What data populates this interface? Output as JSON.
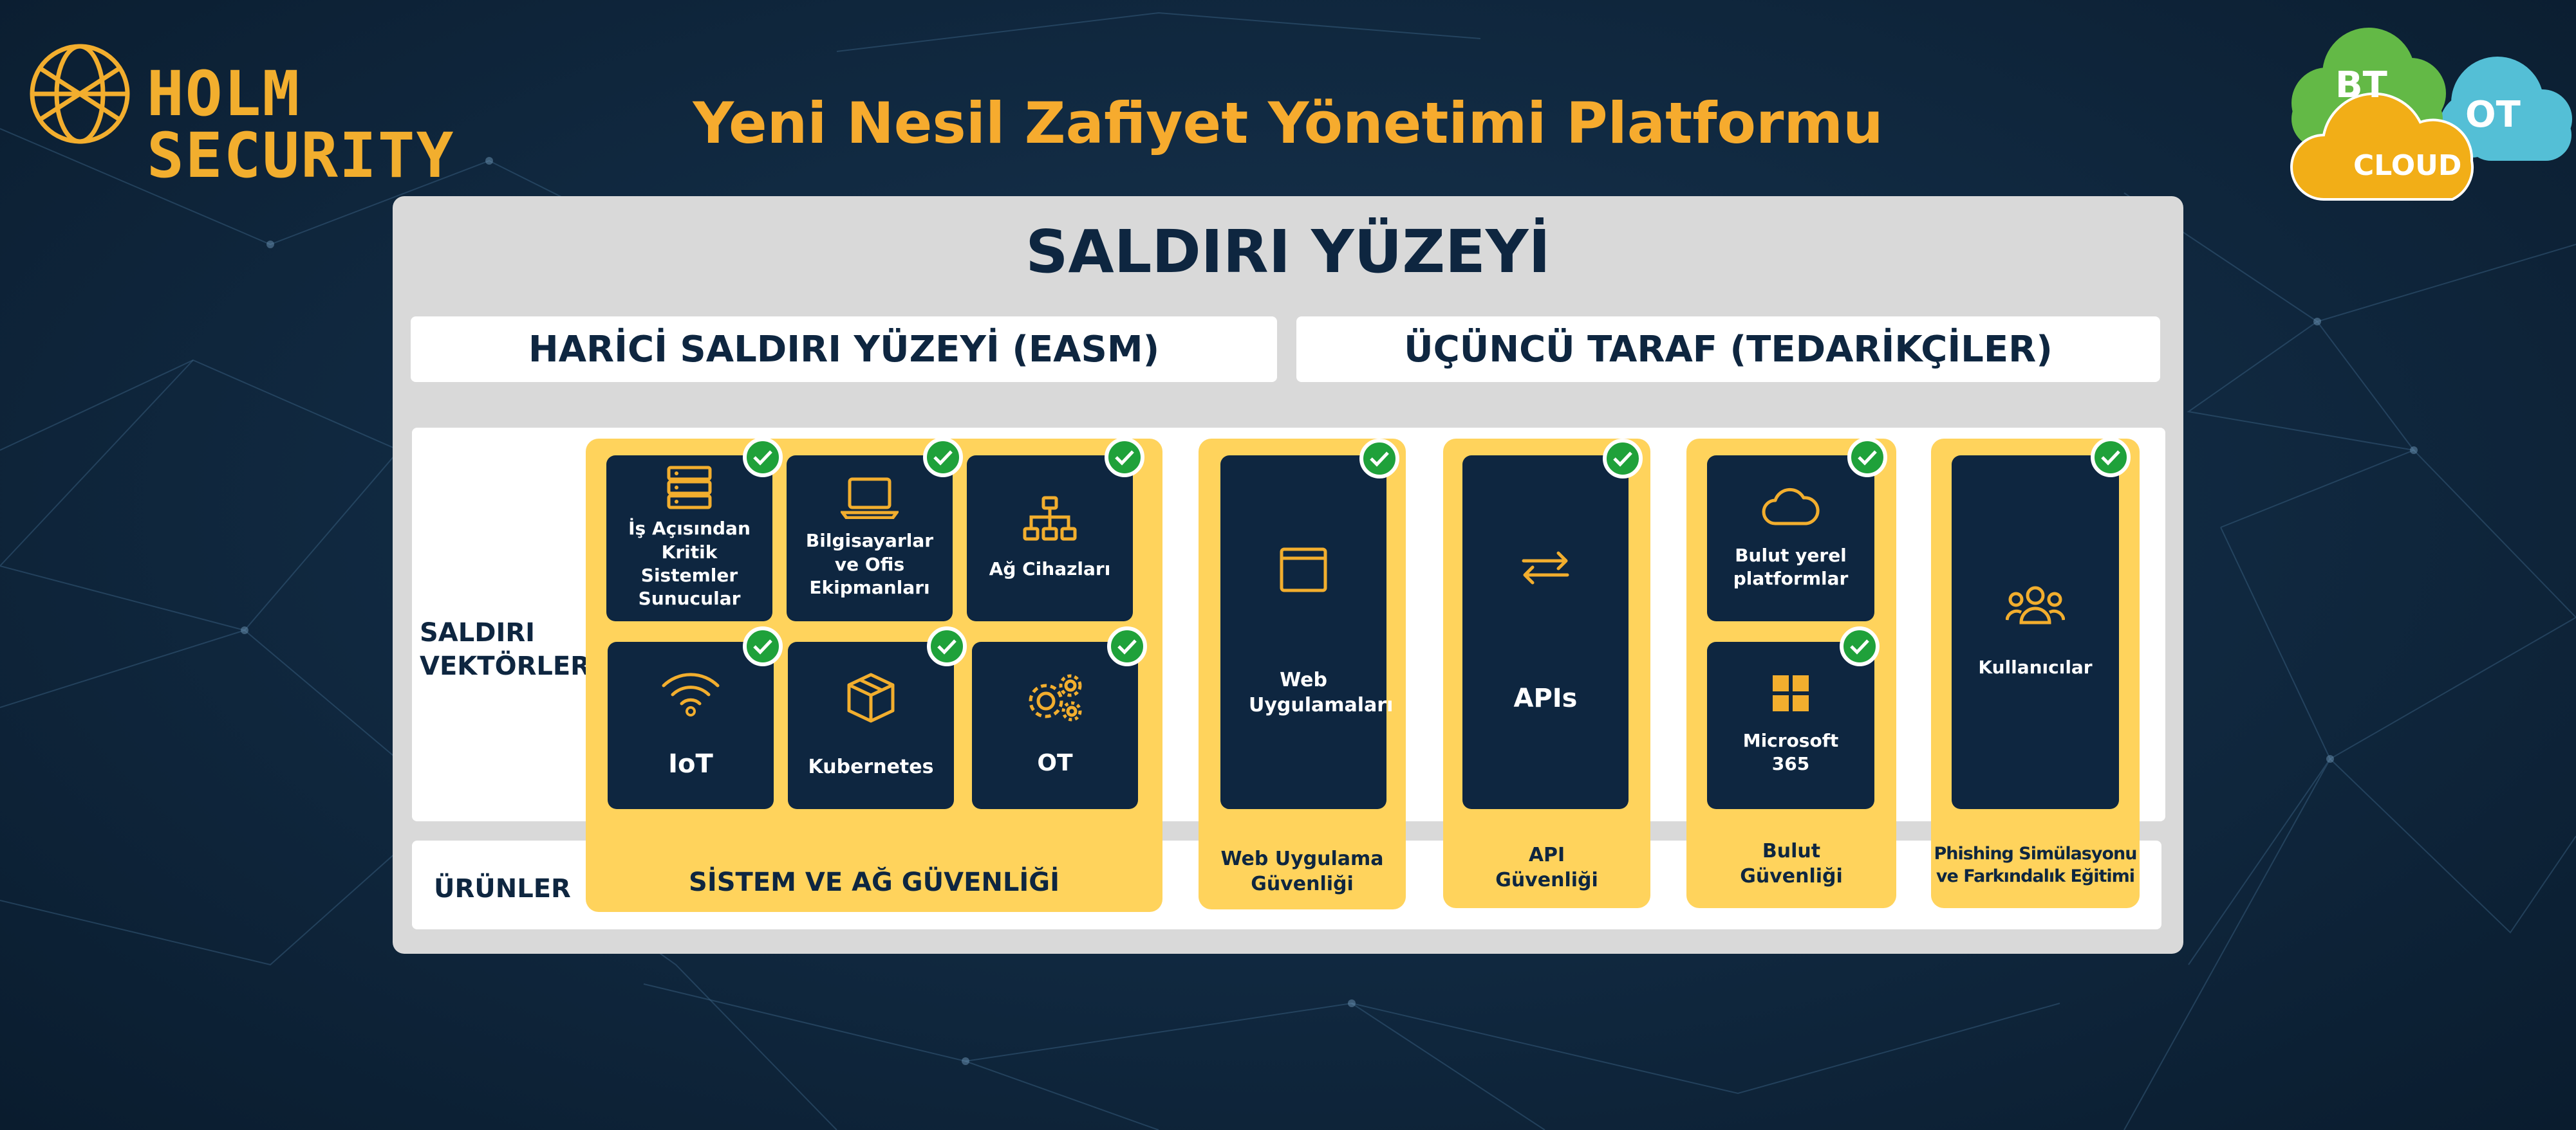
{
  "logo": {
    "text": "HOLM SECURITY"
  },
  "header": {
    "title": "Yeni Nesil Zafiyet Yönetimi Platformu"
  },
  "clouds": {
    "bt": "BT",
    "ot": "OT",
    "cloud": "CLOUD"
  },
  "panel": {
    "title": "SALDIRI YÜZEYİ",
    "easm": "HARİCİ SALDIRI YÜZEYİ (EASM)",
    "third_party": "ÜÇÜNCÜ TARAF (TEDARİKÇİLER)"
  },
  "rows": {
    "vectors": "SALDIRI VEKTÖRLERİ",
    "products": "ÜRÜNLER"
  },
  "vectors": {
    "servers": "İş Açısından Kritik Sistemler Sunucular",
    "computers": "Bilgisayarlar ve Ofis Ekipmanları",
    "network": "Ağ Cihazları",
    "iot": "IoT",
    "kubernetes": "Kubernetes",
    "ot": "OT",
    "web": "Web Uygulamaları",
    "apis": "APIs",
    "cloud_native": "Bulut yerel platformlar",
    "m365": "Microsoft 365",
    "users": "Kullanıcılar"
  },
  "products": {
    "system": "SİSTEM VE AĞ GÜVENLİĞİ",
    "web": "Web Uygulama Güvenliği",
    "api": "API Güvenliği",
    "cloud": "Bulut Güvenliği",
    "phishing": "Phishing Simülasyonu ve Farkındalık Eğitimi"
  },
  "colors": {
    "accent": "#f6ab2e",
    "navy": "#0e2640",
    "yellow": "#ffd35c",
    "check": "#1fa13a",
    "cloud_green": "#63b946",
    "cloud_blue": "#54bfd6",
    "cloud_orange": "#f2ae17"
  }
}
